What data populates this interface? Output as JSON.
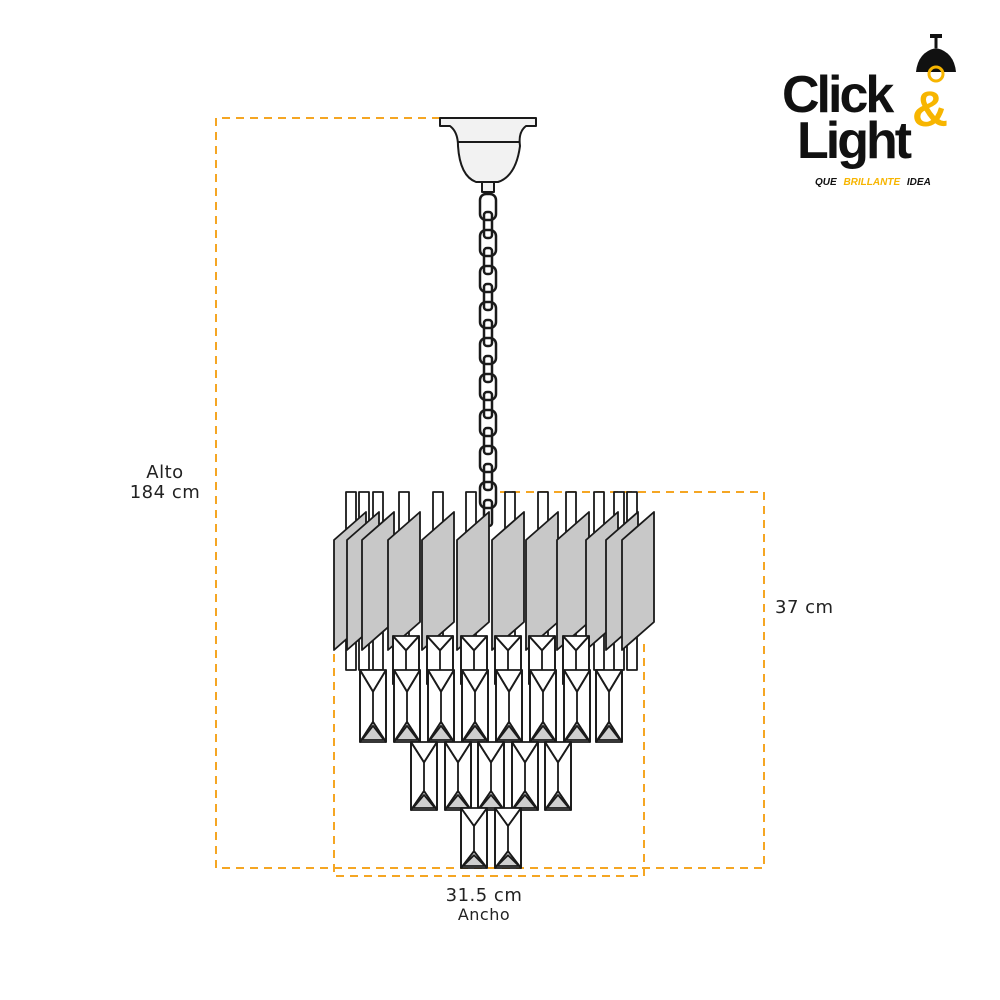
{
  "brand": {
    "word1": "Click",
    "word2": "Light",
    "ampersand": "&",
    "tagline_pre": "QUE",
    "tagline_highlight": "BRILLANTE",
    "tagline_post": "IDEA",
    "accent_color": "#F7B500",
    "text_color": "#111111"
  },
  "dimensions": {
    "height_label": "Alto",
    "height_value": "184 cm",
    "drop_value": "37 cm",
    "width_value": "31.5 cm",
    "width_label": "Ancho",
    "line_color": "#F5A623"
  },
  "product": {
    "outline_color": "#1a1a1a",
    "panel_fill": "#c8c8c8",
    "mount_fill": "#f2f2f2"
  }
}
